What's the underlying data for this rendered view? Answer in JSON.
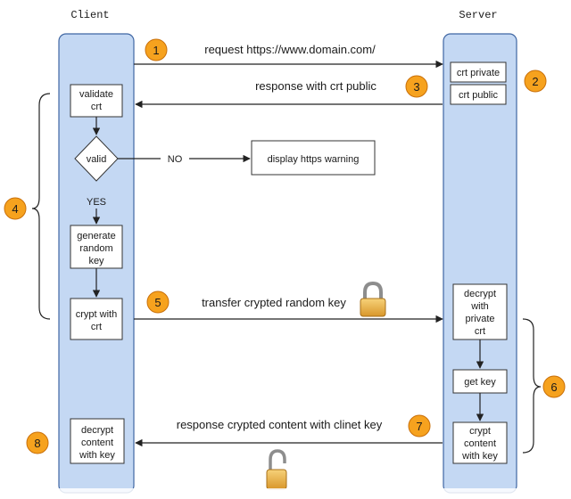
{
  "titles": {
    "client": "Client",
    "server": "Server"
  },
  "messages": {
    "m1": "request https://www.domain.com/",
    "m3": "response with crt public",
    "m5": "transfer crypted random key",
    "m7": "response crypted content with clinet key"
  },
  "client_boxes": {
    "validate_1": "validate",
    "validate_2": "crt",
    "valid": "valid",
    "generate_1": "generate",
    "generate_2": "random",
    "generate_3": "key",
    "crypt_1": "crypt with",
    "crypt_2": "crt",
    "decrypt_1": "decrypt",
    "decrypt_2": "content",
    "decrypt_3": "with key"
  },
  "server_boxes": {
    "crt_private": "crt private",
    "crt_public": "crt public",
    "decrypt_1": "decrypt",
    "decrypt_2": "with",
    "decrypt_3": "private",
    "decrypt_4": "crt",
    "get_key": "get key",
    "crypt_1": "crypt",
    "crypt_2": "content",
    "crypt_3": "with key"
  },
  "branch": {
    "no": "NO",
    "yes": "YES",
    "warning": "display https warning"
  },
  "badges": [
    "1",
    "2",
    "3",
    "4",
    "5",
    "6",
    "7",
    "8"
  ],
  "colors": {
    "lane": "#c4d8f3",
    "lane_border": "#3f66a3",
    "badge": "#f6a21e"
  }
}
